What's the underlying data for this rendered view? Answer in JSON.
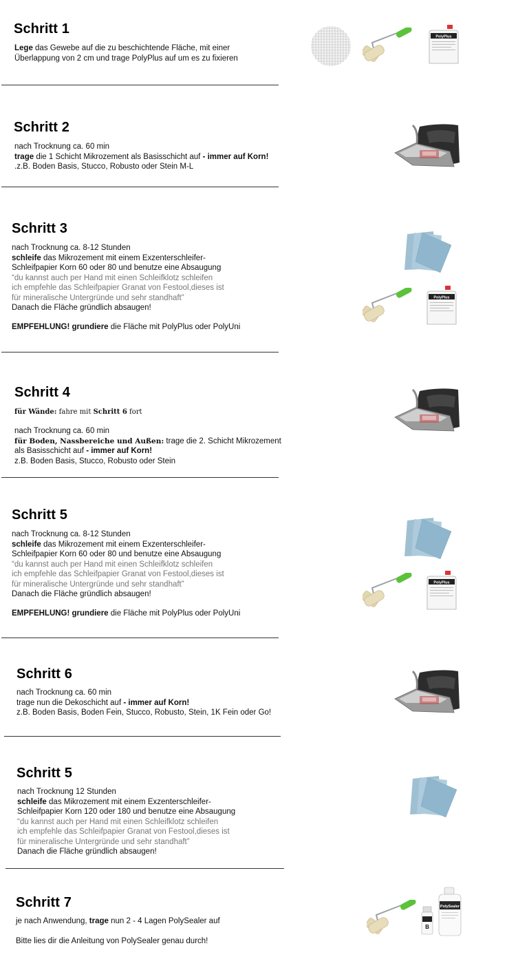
{
  "steps": [
    {
      "title": "Schritt 1",
      "lines": [
        {
          "b": "Lege",
          "t": " das Gewebe auf die zu beschichtende Fläche, mit einer"
        },
        {
          "t": "Überlappung von 2 cm und trage PolyPlus auf um es zu fixieren"
        }
      ],
      "images": [
        "mesh-fabric",
        "paint-roller",
        "polyplus-canister"
      ]
    },
    {
      "title": "Schritt 2",
      "lines": [
        {
          "t": "nach Trocknung ca. 60 min"
        },
        {
          "b": "trage",
          "t": " die 1 Schicht Mikrozement als Basisschicht auf ",
          "b2": "- immer auf Korn!"
        },
        {
          "t": ".z.B. Boden Basis, Stucco, Robusto oder Stein M-L"
        }
      ],
      "images": [
        "trowel-glove"
      ]
    },
    {
      "title": "Schritt 3",
      "lines": [
        {
          "t": "nach Trocknung ca. 8-12 Stunden"
        },
        {
          "b": "schleife",
          "t": " das Mikrozement mit einem Exzenterschleifer-"
        },
        {
          "t": "Schleifpapier Korn 60 oder 80 und benutze eine Absaugung"
        },
        {
          "q": "“du kannst auch per Hand mit einen Schleifklotz schleifen"
        },
        {
          "q": "ich empfehle das Schleifpapier Granat von Festool,dieses ist"
        },
        {
          "q": "für mineralische Untergründe und sehr standhaft”"
        },
        {
          "t": "Danach die Fläche gründlich absaugen!"
        }
      ],
      "recommendation": {
        "b": "EMPFEHLUNG! grundiere",
        "t": " die Fläche mit PolyPlus oder PolyUni"
      },
      "images": [
        "sandpaper",
        "paint-roller",
        "polyplus-canister"
      ]
    },
    {
      "title": "Schritt 4",
      "wall_note": {
        "b": "für Wände:",
        "t": " fahre mit ",
        "b2": "Schritt 6",
        "t2": " fort"
      },
      "lines": [
        {
          "t": "nach Trocknung ca. 60 min"
        },
        {
          "bs": "für Boden, Nassbereiche und Außen:",
          "t": " trage die 2. Schicht Mikrozement"
        },
        {
          "t": "als Basisschicht auf ",
          "b2": "- immer auf Korn!"
        },
        {
          "t": "z.B. Boden Basis, Stucco, Robusto oder Stein"
        }
      ],
      "images": [
        "trowel-glove"
      ]
    },
    {
      "title": "Schritt 5",
      "lines": [
        {
          "t": "nach Trocknung ca. 8-12 Stunden"
        },
        {
          "b": "schleife",
          "t": " das Mikrozement mit einem Exzenterschleifer-"
        },
        {
          "t": "Schleifpapier Korn 60 oder 80 und benutze eine Absaugung"
        },
        {
          "q": "“du kannst auch per Hand mit einen Schleifklotz schleifen"
        },
        {
          "q": "ich empfehle das Schleifpapier Granat von Festool,dieses ist"
        },
        {
          "q": "für mineralische Untergründe und sehr standhaft”"
        },
        {
          "t": "Danach die Fläche gründlich absaugen!"
        }
      ],
      "recommendation": {
        "b": "EMPFEHLUNG! grundiere",
        "t": " die Fläche mit PolyPlus oder PolyUni"
      },
      "images": [
        "sandpaper",
        "paint-roller",
        "polyplus-canister"
      ]
    },
    {
      "title": "Schritt 6",
      "lines": [
        {
          "t": "nach Trocknung ca. 60 min"
        },
        {
          "t": "trage nun die Dekoschicht auf  ",
          "b2": "- immer auf Korn!"
        },
        {
          "t": " z.B. Boden Basis, Boden Fein, Stucco, Robusto, Stein, 1K Fein oder Go!"
        }
      ],
      "images": [
        "trowel-glove"
      ]
    },
    {
      "title": "Schritt 5",
      "lines": [
        {
          "t": "nach Trocknung 12 Stunden"
        },
        {
          "b": "schleife",
          "t": " das Mikrozement mit einem Exzenterschleifer-"
        },
        {
          "t": "Schleifpapier Korn 120 oder 180 und benutze eine Absaugung"
        },
        {
          "q": "“du kannst auch per Hand mit einen Schleifklotz schleifen"
        },
        {
          "q": "ich empfehle das Schleifpapier Granat von Festool,dieses ist"
        },
        {
          "q": "für mineralische Untergründe und sehr standhaft”"
        },
        {
          "t": "Danach die Fläche gründlich absaugen!"
        }
      ],
      "images": [
        "sandpaper"
      ]
    },
    {
      "title": "Schritt 7",
      "lines": [
        {
          "t": "je nach Anwendung, ",
          "b2": "trage",
          "t2": " nun 2 - 4 Lagen PolySealer auf"
        }
      ],
      "closing": "Bitte lies dir die Anleitung von PolySealer genau durch!",
      "images": [
        "paint-roller",
        "polysealer-bottles"
      ]
    }
  ],
  "labels": {
    "polyplus": "PolyPlus",
    "polysealer": "PolySealer",
    "bottle_b": "B"
  },
  "colors": {
    "roller_handle": "#5cc23a",
    "sandpaper": "#8fb6cc",
    "text": "#111111",
    "quote": "#777777"
  }
}
